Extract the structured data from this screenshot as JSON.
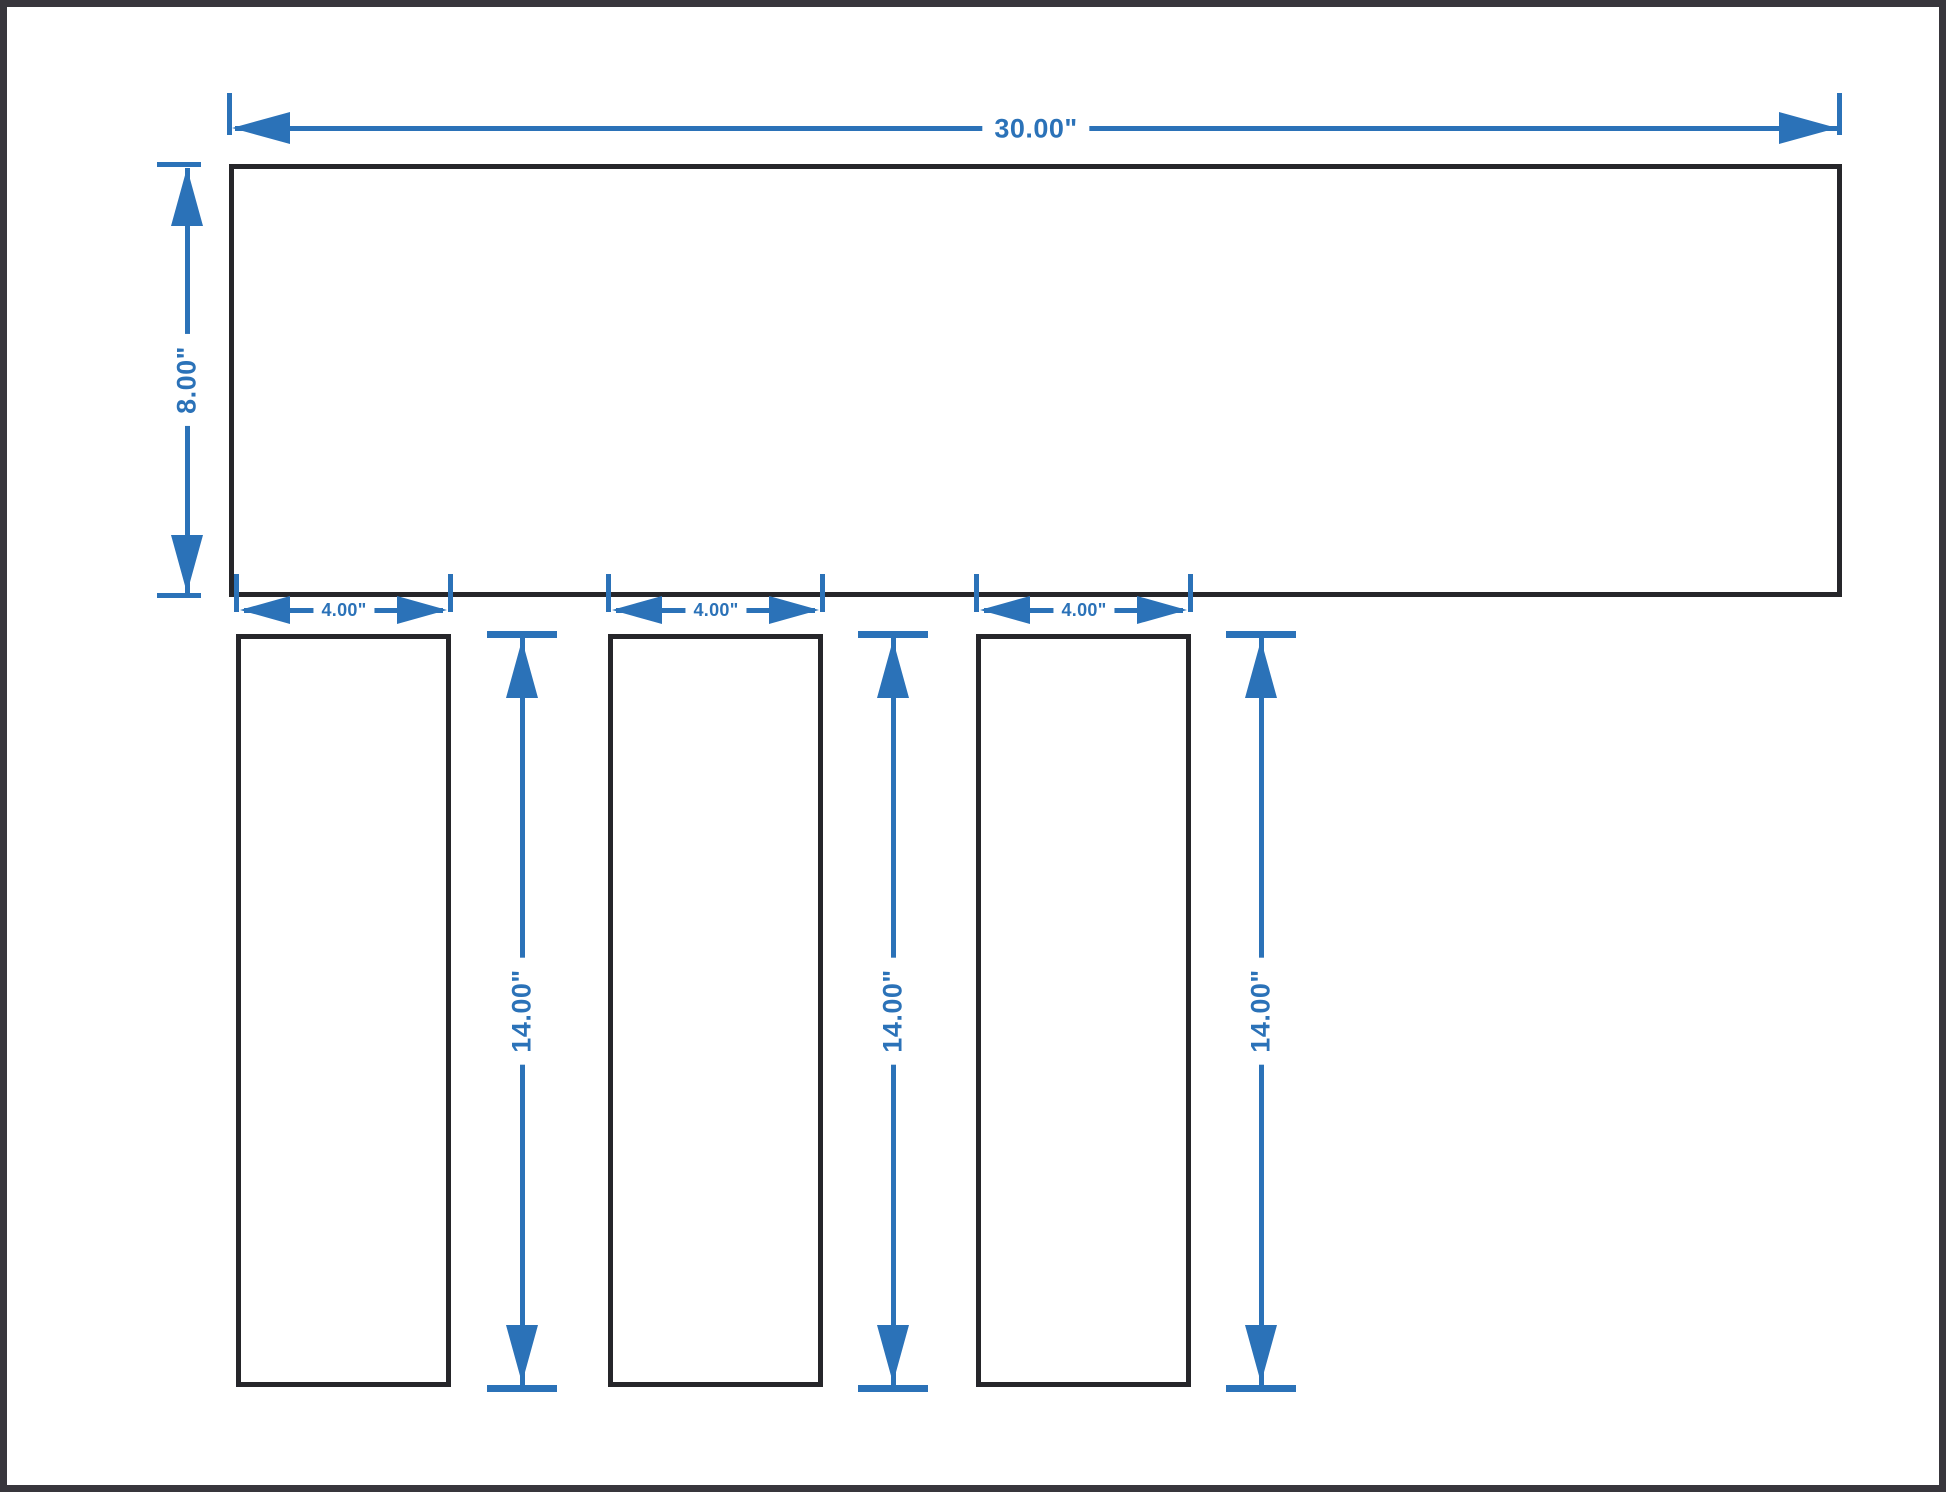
{
  "drawing": {
    "description": "Dimensioned outline drawing of one wide horizontal panel above three identical vertical columns",
    "unit_symbol": "\"",
    "colors": {
      "accent": "#2b72b8",
      "outline": "#26262a",
      "frame": "#38363c",
      "background": "#ffffff"
    },
    "top_panel": {
      "width_label": "30.00\"",
      "height_label": "8.00\""
    },
    "columns": [
      {
        "width_label": "4.00\"",
        "height_label": "14.00\""
      },
      {
        "width_label": "4.00\"",
        "height_label": "14.00\""
      },
      {
        "width_label": "4.00\"",
        "height_label": "14.00\""
      }
    ]
  }
}
